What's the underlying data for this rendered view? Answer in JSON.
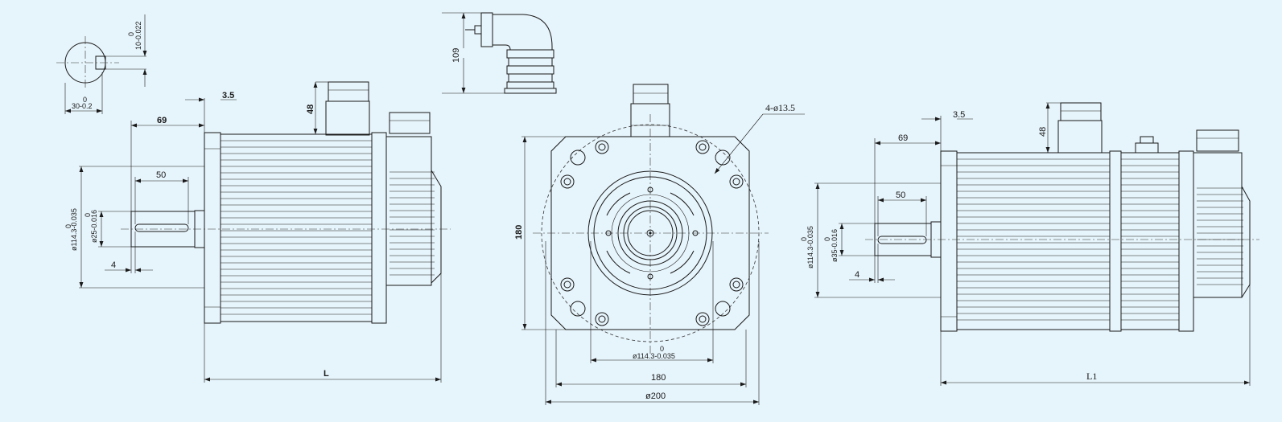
{
  "key_section": {
    "tol_zero": "0",
    "key_width": "10-0.022",
    "shaft_width_zero": "0",
    "shaft_width": "30-0.2"
  },
  "connector_view": {
    "height": "109"
  },
  "left_view": {
    "flange_thickness": "3.5",
    "shaft_length": "69",
    "connector_height": "48",
    "key_length": "50",
    "pilot_zero": "0",
    "pilot_dia": "ø114.3-0.035",
    "shaft_zero": "0",
    "shaft_dia": "ø25-0.016",
    "key_offset": "4",
    "length": "L"
  },
  "front_view": {
    "holes": "4-ø13.5",
    "height": "180",
    "pilot_zero": "0",
    "pilot_dia": "ø114.3-0.035",
    "width": "180",
    "pcd": "ø200"
  },
  "right_view": {
    "flange_thickness": "3.5",
    "shaft_length": "69",
    "connector_height": "48",
    "key_length": "50",
    "pilot_zero": "0",
    "pilot_dia": "ø114.3-0.035",
    "shaft_zero": "0",
    "shaft_dia": "ø35-0.016",
    "key_offset": "4",
    "length": "L1"
  }
}
